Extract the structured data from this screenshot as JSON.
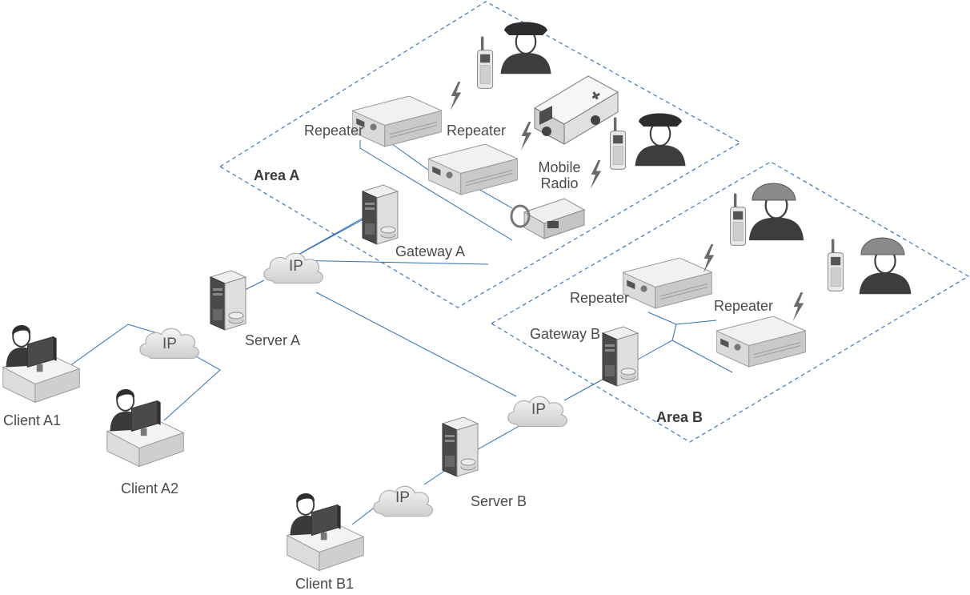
{
  "areas": {
    "a": {
      "label": "Area A"
    },
    "b": {
      "label": "Area B"
    }
  },
  "nodes": {
    "repeater_a1": "Repeater",
    "repeater_a2": "Repeater",
    "mobile_radio": "Mobile\nRadio",
    "gateway_a": "Gateway A",
    "server_a": "Server A",
    "client_a1": "Client A1",
    "client_a2": "Client A2",
    "repeater_b1": "Repeater",
    "repeater_b2": "Repeater",
    "gateway_b": "Gateway B",
    "server_b": "Server B",
    "client_b1": "Client B1"
  },
  "clouds": {
    "ip_a": "IP",
    "ip_left": "IP",
    "ip_b": "IP",
    "ip_bottom": "IP"
  },
  "colors": {
    "link": "#2e6fb5",
    "area_border": "#3a78c2",
    "device": "#e2e2e2",
    "person": "#3d3d3d"
  }
}
